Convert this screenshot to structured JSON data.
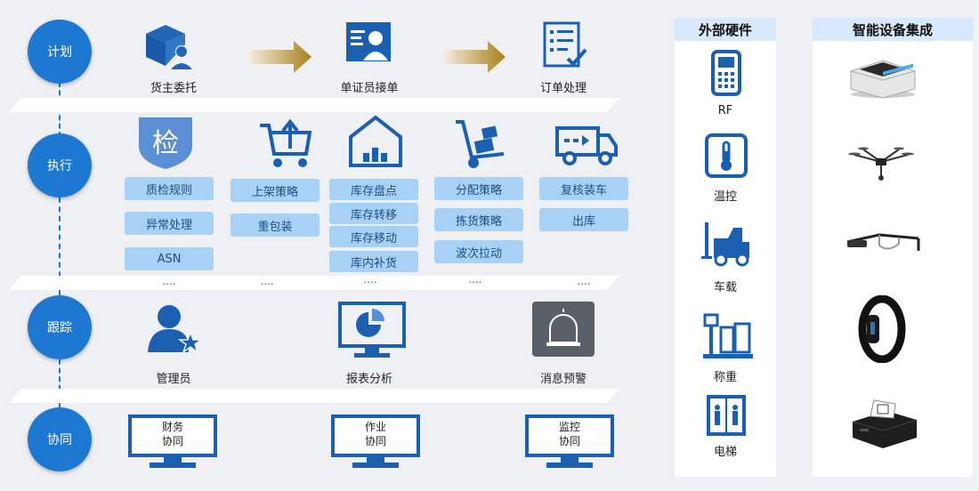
{
  "phases": {
    "plan": "计划",
    "exec": "执行",
    "track": "跟踪",
    "collab": "协同"
  },
  "plan_items": [
    "货主委托",
    "单证员接单",
    "订单处理"
  ],
  "exec_columns": [
    {
      "tags": [
        "质检规则",
        "异常处理",
        "ASN"
      ],
      "icon_text": "检"
    },
    {
      "tags": [
        "上架策略",
        "重包装"
      ]
    },
    {
      "tags": [
        "库存盘点",
        "库存转移",
        "库存移动",
        "库内补货"
      ]
    },
    {
      "tags": [
        "分配策略",
        "拣货策略",
        "波次拉动"
      ]
    },
    {
      "tags": [
        "复核装车",
        "出库"
      ]
    }
  ],
  "ellipsis": "....",
  "track_items": [
    "管理员",
    "报表分析",
    "消息预警"
  ],
  "collab_items": [
    {
      "line1": "财务",
      "line2": "协同"
    },
    {
      "line1": "作业",
      "line2": "协同"
    },
    {
      "line1": "监控",
      "line2": "协同"
    }
  ],
  "hardware": {
    "title": "外部硬件",
    "items": [
      "RF",
      "温控",
      "车载",
      "称重",
      "电梯"
    ]
  },
  "smart": {
    "title": "智能设备集成"
  },
  "colors": {
    "accent": "#1d78d1",
    "tag_bg": "#a8d1f6",
    "band": "#ffffff"
  }
}
